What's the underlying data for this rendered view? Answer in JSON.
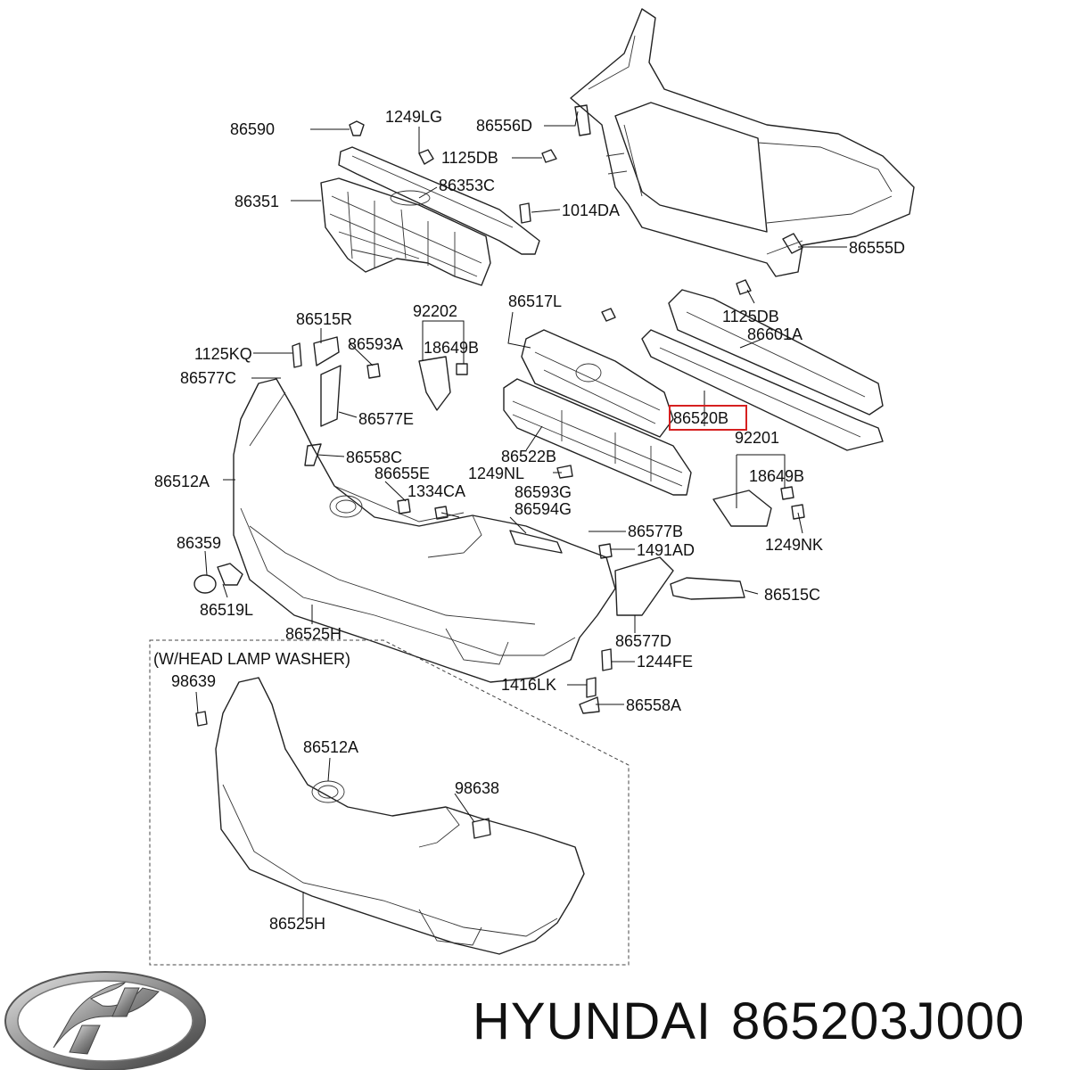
{
  "labels": {
    "l_86590": "86590",
    "l_1249LG": "1249LG",
    "l_86556D": "86556D",
    "l_1125DB_a": "1125DB",
    "l_86351": "86351",
    "l_86353C": "86353C",
    "l_1014DA": "1014DA",
    "l_86555D": "86555D",
    "l_1125DB_b": "1125DB",
    "l_86601A": "86601A",
    "l_86517L": "86517L",
    "l_86515R": "86515R",
    "l_92202": "92202",
    "l_86593A": "86593A",
    "l_18649B_a": "18649B",
    "l_1125KQ": "1125KQ",
    "l_86577C": "86577C",
    "l_86577E": "86577E",
    "l_86520B": "86520B",
    "l_92201": "92201",
    "l_18649B_b": "18649B",
    "l_86558C": "86558C",
    "l_86522B": "86522B",
    "l_86655E": "86655E",
    "l_1249NL": "1249NL",
    "l_86512A_a": "86512A",
    "l_1334CA": "1334CA",
    "l_86593G": "86593G",
    "l_86594G": "86594G",
    "l_1249NK": "1249NK",
    "l_86577B": "86577B",
    "l_86359": "86359",
    "l_1491AD": "1491AD",
    "l_86515C": "86515C",
    "l_86519L": "86519L",
    "l_86525H_a": "86525H",
    "l_86577D": "86577D",
    "l_whlw": "(W/HEAD LAMP WASHER)",
    "l_1244FE": "1244FE",
    "l_98639": "98639",
    "l_1416LK": "1416LK",
    "l_86558A": "86558A",
    "l_86512A_b": "86512A",
    "l_98638": "98638",
    "l_86525H_b": "86525H"
  },
  "highlighted_part": "86520B",
  "highlight_color": "#d62020",
  "footer": {
    "brand": "HYUNDAI",
    "part_number": "865203J000",
    "logo": "hyundai-logo-icon"
  }
}
